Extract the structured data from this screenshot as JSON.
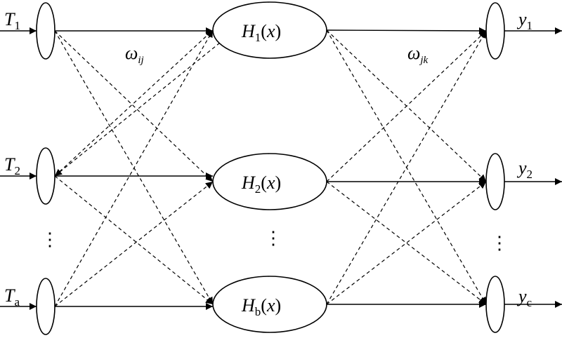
{
  "inputs": [
    {
      "base": "T",
      "sub": "1"
    },
    {
      "base": "T",
      "sub": "2"
    },
    {
      "base": "T",
      "sub": "a"
    }
  ],
  "hidden": [
    {
      "base": "H",
      "sub": "1",
      "arg": "(x)"
    },
    {
      "base": "H",
      "sub": "2",
      "arg": "(x)"
    },
    {
      "base": "H",
      "sub": "b",
      "arg": "(x)"
    }
  ],
  "outputs": [
    {
      "base": "y",
      "sub": "1"
    },
    {
      "base": "y",
      "sub": "2"
    },
    {
      "base": "y",
      "sub": "c"
    }
  ],
  "weights": [
    {
      "base": "ω",
      "sub": "ij"
    },
    {
      "base": "ω",
      "sub": "jk"
    }
  ],
  "ellipsis": "⋮"
}
